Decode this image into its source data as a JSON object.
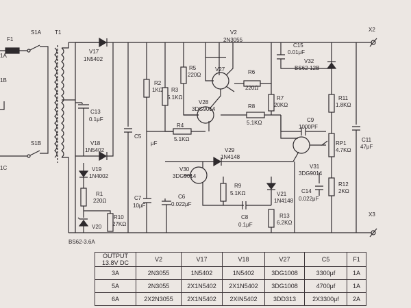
{
  "labels": {
    "F1": "F1",
    "S1A": "S1A",
    "T1": "T1",
    "V2": "V2",
    "V2_part": "2N3055",
    "C15": "C15",
    "C15_val": "0.01μF",
    "X2": "X2",
    "X3": "X3",
    "V17": "V17",
    "V17_part": "1N5402",
    "V27": "V27",
    "R6": "R6",
    "R6_val": "220Ω",
    "V32": "V32",
    "V32_part": "BS62-12B",
    "R2": "R2",
    "R2_val": "1KΩ",
    "R5": "R5",
    "R5_val": "220Ω",
    "R3": "R3",
    "R3_val": "5.1KΩ",
    "R7": "R7",
    "R7_val": "20KΩ",
    "R11": "R11",
    "R11_val": "1.8KΩ",
    "C13": "C13",
    "C13_val": "0.1μF",
    "V28": "V28",
    "V28_part": "3DG9014",
    "R8": "R8",
    "R8_val": "5.1KΩ",
    "C9": "C9",
    "C9_val": "1000PF",
    "C5": "C5",
    "C5_unit": "μF",
    "R4": "R4",
    "R4_val": "5.1KΩ",
    "RP1": "RP1",
    "RP1_val": "4.7KΩ",
    "C11": "C11",
    "C11_val": "47μF",
    "V18": "V18",
    "V18_part": "1N5402",
    "V29": "V29",
    "V29_part": "1N4148",
    "S1B": "S1B",
    "V30": "V30",
    "V30_part": "3DG9014",
    "V31": "V31",
    "V31_part": "3DG9014",
    "V19": "V19",
    "V19_part": "1N4002",
    "R9": "R9",
    "R9_val": "5.1KΩ",
    "V21": "V21",
    "V21_part": "1N4148",
    "C14": "C14",
    "C14_val": "0.022μF",
    "R12": "R12",
    "R12_val": "2KΩ",
    "R1": "R1",
    "R1_val": "220Ω",
    "C7": "C7",
    "C7_val": "10μF",
    "C6": "C6",
    "C6_val": "0.022μF",
    "C8": "C8",
    "C8_val": "0.1μF",
    "R13": "R13",
    "R13_val": "6.2KΩ",
    "R10": "R10",
    "R10_val": "27KΩ",
    "V20": "V20",
    "V20_part": "BS62-3.6A",
    "frag_1A": "1A",
    "frag_1B": "1B",
    "frag_1C": "1C"
  },
  "table": {
    "header_line1": "OUTPUT",
    "header_line2": "13.8V  DC",
    "columns": [
      "V2",
      "V17",
      "V18",
      "V27",
      "C5",
      "F1"
    ],
    "rows": [
      [
        "3A",
        "2N3055",
        "1N5402",
        "1N5402",
        "3DG1008",
        "3300μf",
        "1A"
      ],
      [
        "5A",
        "2N3055",
        "2X1N5402",
        "2X1N5402",
        "3DG1008",
        "4700μf",
        "1A"
      ],
      [
        "6A",
        "2X2N3055",
        "2X1N5402",
        "2XIN5402",
        "3DD313",
        "2X3300μf",
        "2A"
      ]
    ]
  }
}
